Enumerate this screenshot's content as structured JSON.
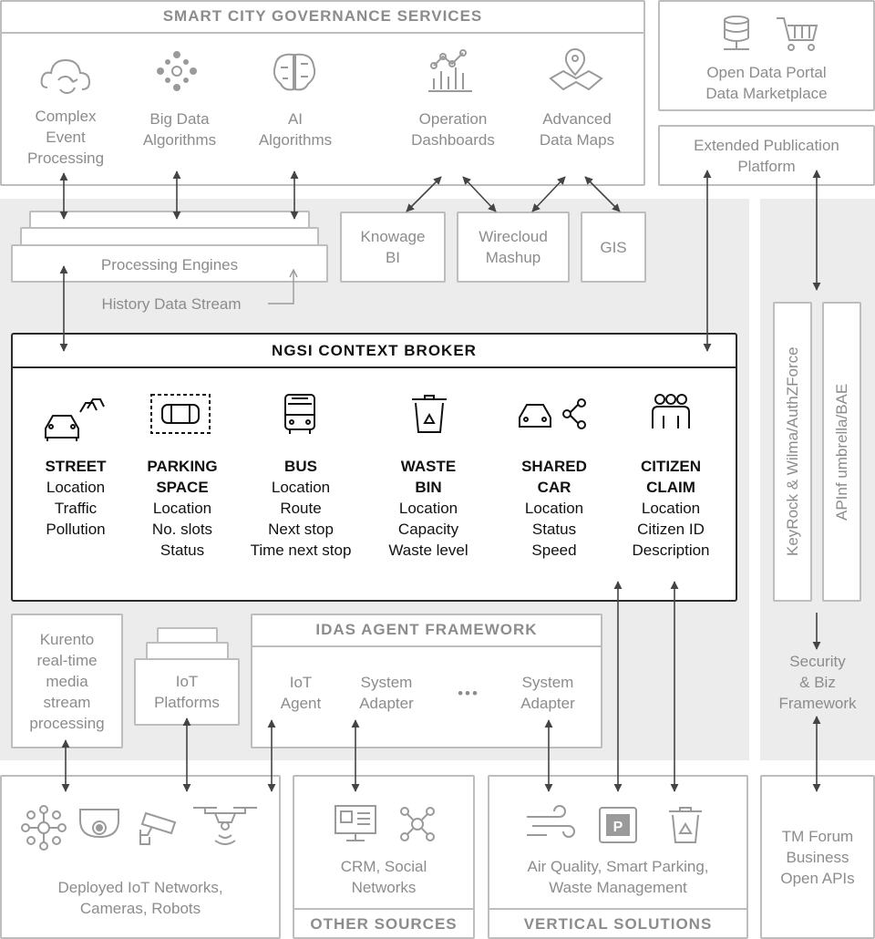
{
  "governance": {
    "title": "SMART CITY GOVERNANCE SERVICES",
    "items": [
      "Complex\nEvent\nProcessing",
      "Big Data\nAlgorithms",
      "AI\nAlgorithms",
      "Operation\nDashboards",
      "Advanced\nData Maps"
    ]
  },
  "open_data": "Open Data Portal\nData Marketplace",
  "extended_pub": "Extended Publication\nPlatform",
  "processing": {
    "engines": "Processing Engines",
    "history": "History Data Stream"
  },
  "viz": {
    "knowage": "Knowage\nBI",
    "wirecloud": "Wirecloud\nMashup",
    "gis": "GIS"
  },
  "broker": {
    "title": "NGSI CONTEXT BROKER",
    "entities": [
      {
        "title": "STREET",
        "fields": [
          "Location",
          "Traffic",
          "Pollution"
        ]
      },
      {
        "title": "PARKING\nSPACE",
        "fields": [
          "Location",
          "No. slots",
          "Status"
        ]
      },
      {
        "title": "BUS",
        "fields": [
          "Location",
          "Route",
          "Next stop",
          "Time next stop"
        ]
      },
      {
        "title": "WASTE\nBIN",
        "fields": [
          "Location",
          "Capacity",
          "Waste level"
        ]
      },
      {
        "title": "SHARED\nCAR",
        "fields": [
          "Location",
          "Status",
          "Speed"
        ]
      },
      {
        "title": "CITIZEN\nCLAIM",
        "fields": [
          "Location",
          "Citizen ID",
          "Description"
        ]
      }
    ]
  },
  "security": {
    "keyrock": "KeyRock & Wilma/AuthZForce",
    "apinf": "APInf umbrella/BAE",
    "label": "Security\n& Biz\nFramework"
  },
  "kurento": "Kurento\nreal-time\nmedia\nstream\nprocessing",
  "iot_platforms": "IoT\nPlatforms",
  "idas": {
    "title": "IDAS AGENT FRAMEWORK",
    "items": [
      "IoT\nAgent",
      "System\nAdapter",
      "System\nAdapter"
    ],
    "ellipsis": "•••"
  },
  "bottom": {
    "iot_networks": "Deployed IoT Networks,\nCameras, Robots",
    "other_label": "CRM, Social\nNetworks",
    "other_title": "OTHER SOURCES",
    "vertical_label": "Air Quality, Smart Parking,\nWaste Management",
    "vertical_title": "VERTICAL SOLUTIONS",
    "parking_sign": "P",
    "tmforum": "TM Forum\nBusiness\nOpen APIs"
  },
  "colors": {
    "line": "#bdbdbd",
    "text": "#8c8c8c",
    "band": "#ececec",
    "dark": "#2b2b2b",
    "arrow": "#444444"
  }
}
